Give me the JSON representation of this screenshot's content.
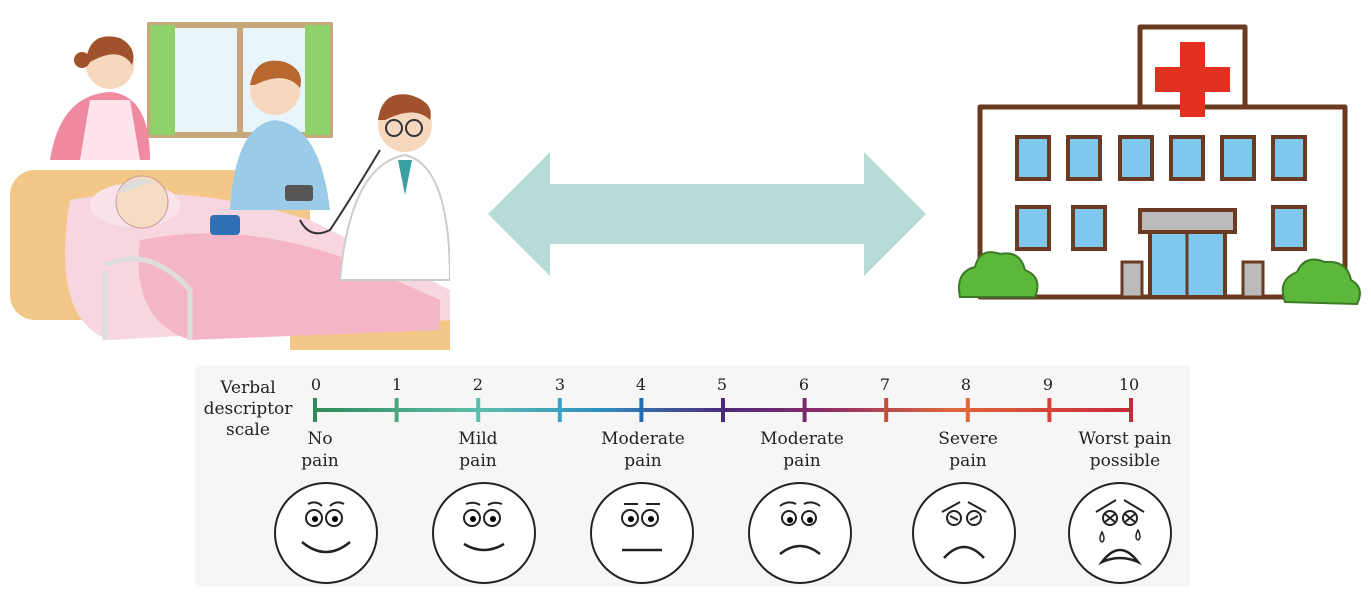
{
  "scale": {
    "title": "Verbal\ndescriptor\nscale",
    "ticks": [
      "0",
      "1",
      "2",
      "3",
      "4",
      "5",
      "6",
      "7",
      "8",
      "9",
      "10"
    ],
    "tick_colors": [
      "#2e8b57",
      "#4aa57c",
      "#5cbfae",
      "#3aa1c9",
      "#1f6fb2",
      "#4b2a7a",
      "#7a2a6a",
      "#c0503a",
      "#e0683a",
      "#d8403a",
      "#c8283a"
    ],
    "descriptors": [
      {
        "text": "No\npain",
        "face": "no-pain-face"
      },
      {
        "text": "Mild\npain",
        "face": "mild-pain-face"
      },
      {
        "text": "Moderate\npain",
        "face": "moderate-pain-face"
      },
      {
        "text": "Moderate\npain",
        "face": "moderate-pain-face-2"
      },
      {
        "text": "Severe\npain",
        "face": "severe-pain-face"
      },
      {
        "text": "Worst pain\npossible",
        "face": "worst-pain-face"
      }
    ]
  },
  "illustrations": {
    "left": "home-care-scene",
    "center": "double-arrow-icon",
    "right": "hospital-building"
  },
  "colors": {
    "arrow": "#b7dcd8",
    "hospital_outline": "#6b3a22",
    "window_blue": "#7ec8ee",
    "cross_red": "#e03020",
    "bush_green": "#5cb83a"
  }
}
